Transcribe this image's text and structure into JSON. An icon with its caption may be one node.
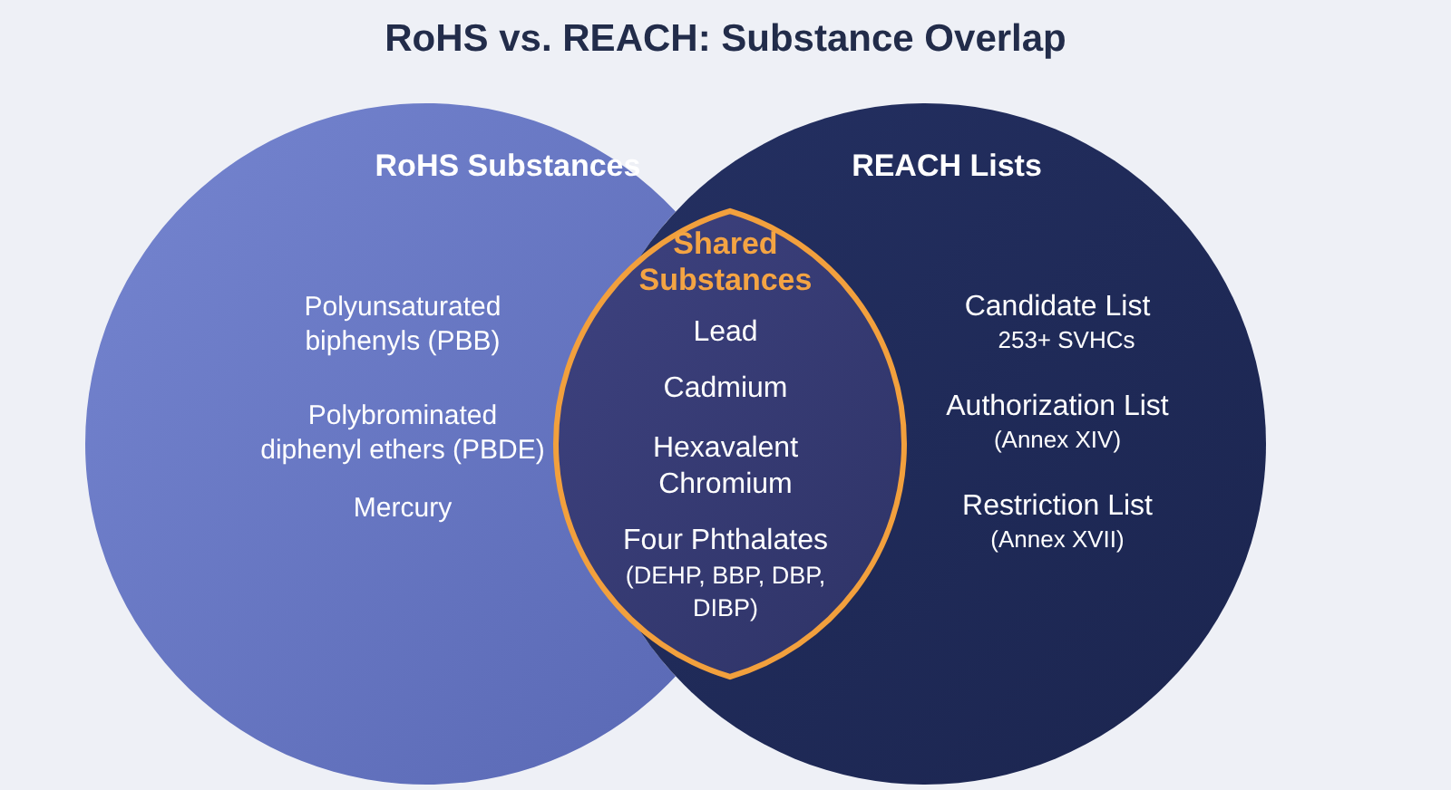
{
  "diagram": {
    "title": "RoHS vs. REACH: Substance Overlap",
    "nodes": [
      {
        "text": [
          "RoHS Substances",
          "Polyunsaturated biphenyls (PBB)",
          "Polybrominated diphenyl ethers (PBDE)",
          "Mercury"
        ]
      },
      {
        "text": [
          "Shared Substances",
          "Lead",
          "Cadmium",
          "Hexavalent Chromium",
          "Four Phthalates",
          "(DEHP, BBP, DBP, DIBP)"
        ]
      },
      {
        "text": [
          "REACH Lists",
          "Candidate List",
          "253+ SVHCs",
          "Authorization List",
          "(Annex XIV)",
          "Restriction List",
          "(Annex XVII)"
        ]
      }
    ]
  }
}
